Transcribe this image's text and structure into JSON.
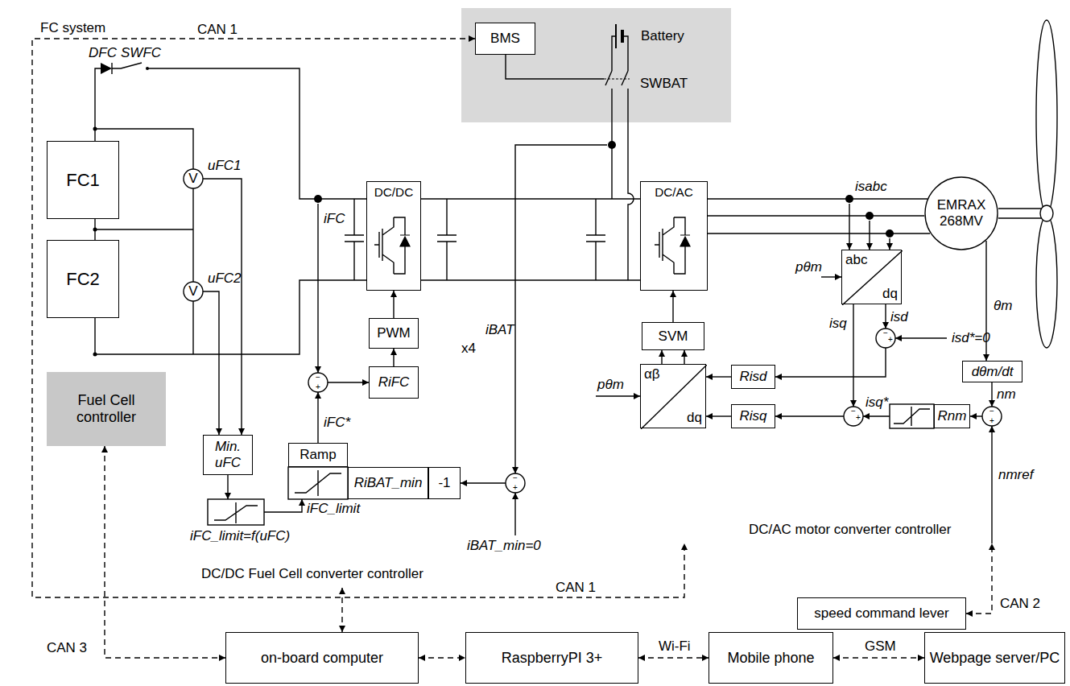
{
  "diagram": {
    "nodes": [
      {
        "text": [
          "FC system"
        ]
      },
      {
        "text": [
          "FC1"
        ],
        "in": 0
      },
      {
        "text": [
          "FC2"
        ],
        "in": 0
      },
      {
        "text": [
          "Fuel Cell controller"
        ],
        "in": 0
      },
      {
        "text": [
          "DC/DC Fuel Cell converter controller"
        ]
      },
      {
        "text": [
          "DC/DC"
        ],
        "in": 4
      },
      {
        "text": [
          "x4"
        ],
        "in": 4
      },
      {
        "text": [
          "PWM"
        ],
        "in": 6
      },
      {
        "text": [
          "RiFC"
        ],
        "in": 6
      },
      {
        "text": [
          "Min. uFC"
        ],
        "in": 4
      },
      {
        "text": [
          "Ramp"
        ],
        "in": 4
      },
      {
        "text": [
          "RiBAT_min"
        ],
        "in": 4
      },
      {
        "text": [
          "-1"
        ],
        "in": 4
      },
      {
        "text": [
          "BMS"
        ]
      },
      {
        "text": [
          "DC/AC motor converter controller"
        ]
      },
      {
        "text": [
          "DC/AC"
        ],
        "in": 14
      },
      {
        "text": [
          "SVM"
        ],
        "in": 14
      },
      {
        "text": [
          "αβ",
          "dq"
        ],
        "in": 14
      },
      {
        "text": [
          "abc",
          "dq"
        ],
        "in": 14
      },
      {
        "text": [
          "Risd"
        ],
        "in": 14
      },
      {
        "text": [
          "Risq"
        ],
        "in": 14
      },
      {
        "text": [
          "Rnm"
        ],
        "in": 14
      },
      {
        "text": [
          "dθm/dt"
        ],
        "in": 14
      },
      {
        "text": [
          "EMRAX 268MV"
        ]
      },
      {
        "text": [
          "speed command lever"
        ]
      },
      {
        "text": [
          "on-board computer"
        ]
      },
      {
        "text": [
          "RaspberryPI 3+"
        ]
      },
      {
        "text": [
          "Mobile phone"
        ]
      },
      {
        "text": [
          "Webpage server/PC"
        ]
      }
    ],
    "edges": [
      {
        "from": 7,
        "to": 5,
        "arrow": "to"
      },
      {
        "from": 8,
        "to": 7,
        "arrow": "to"
      },
      {
        "from": 16,
        "to": 15,
        "arrow": "to"
      },
      {
        "from": 17,
        "to": 16,
        "arrow": "to"
      },
      {
        "from": 19,
        "to": 17,
        "arrow": "to"
      },
      {
        "from": 20,
        "to": 17,
        "arrow": "to"
      },
      {
        "from": 23,
        "to": 22,
        "arrow": "to"
      },
      {
        "from": 15,
        "to": 23,
        "arrow": "none"
      },
      {
        "from": 5,
        "to": 15,
        "arrow": "none"
      },
      {
        "from": 13,
        "to": 14,
        "arrow": "both"
      },
      {
        "from": 4,
        "to": 25,
        "arrow": "both"
      },
      {
        "from": 24,
        "to": 14,
        "label": "CAN 2",
        "arrow": "both"
      },
      {
        "from": 3,
        "to": 25,
        "label": "CAN 3",
        "arrow": "both"
      },
      {
        "from": 25,
        "to": 26,
        "arrow": "both"
      },
      {
        "from": 26,
        "to": 27,
        "label": "Wi-Fi",
        "arrow": "both"
      },
      {
        "from": 27,
        "to": 28,
        "label": "GSM",
        "arrow": "both"
      }
    ],
    "labels": [
      "CAN 1",
      "CAN 1",
      "Battery",
      "SWBAT",
      "DFC",
      "SWFC",
      "uFC1",
      "uFC2",
      "V",
      "V",
      "iFC",
      "iFC*",
      "iFC_limit",
      "iFC_limit=f(uFC)",
      "iBAT",
      "iBAT_min=0",
      "isabc",
      "pθm",
      "pθm",
      "isq",
      "isd",
      "isd*=0",
      "isq*",
      "θm",
      "nm",
      "nmref",
      "−",
      "+",
      "−",
      "+",
      "−",
      "+",
      "−",
      "+",
      "−",
      "+"
    ]
  }
}
